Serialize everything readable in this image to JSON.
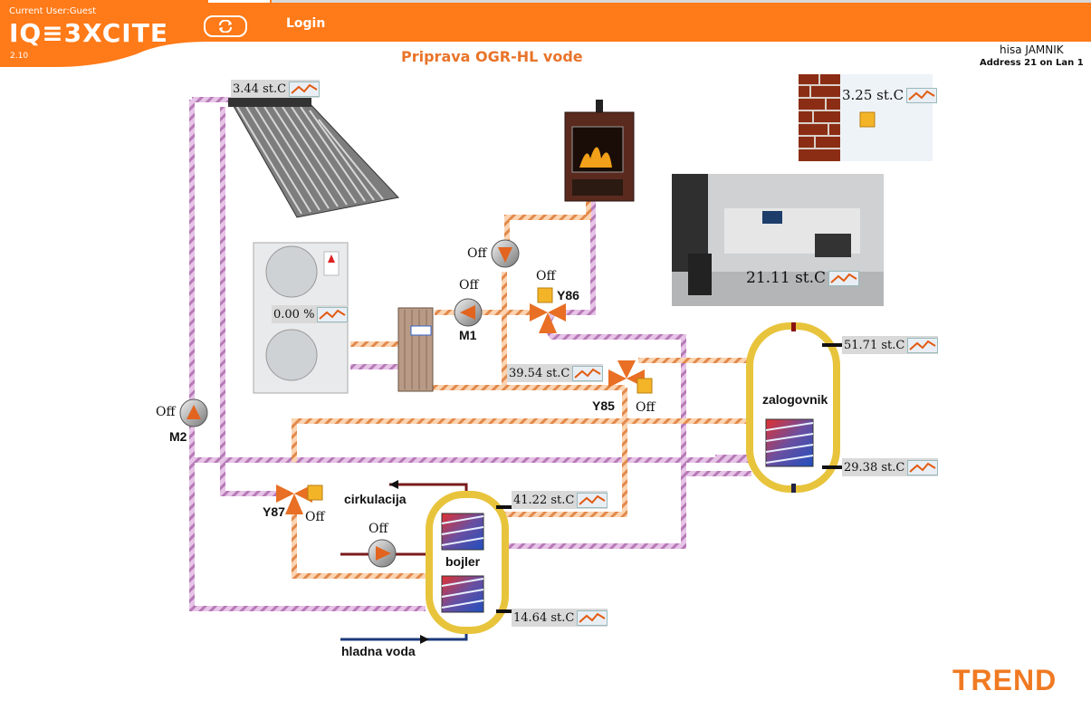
{
  "header": {
    "user": "Current User:Guest",
    "logo": "IQ≡3XCITE",
    "version": "2.10",
    "login": "Login",
    "title": "Priprava OGR-HL vode",
    "site_name": "hisa JAMNIK",
    "address": "Address 21 on Lan 1"
  },
  "readings": {
    "solar_temp": "3.44 st.C",
    "outdoor_temp": "3.25 st.C",
    "room_temp": "21.11 st.C",
    "heatpump_pct": "0.00 %",
    "exchanger_temp": "39.54 st.C",
    "tank_top": "51.71 st.C",
    "tank_bottom": "29.38 st.C",
    "boiler_top": "41.22 st.C",
    "boiler_bottom": "14.64 st.C"
  },
  "pumps": {
    "stove_pump": "Off",
    "m1_state": "Off",
    "m1_name": "M1",
    "m2_state": "Off",
    "m2_name": "M2",
    "circ_pump": "Off"
  },
  "valves": {
    "y86_state": "Off",
    "y86_name": "Y86",
    "y85_state": "Off",
    "y85_name": "Y85",
    "y87_state": "Off",
    "y87_name": "Y87"
  },
  "labels": {
    "tank": "zalogovnik",
    "boiler": "bojler",
    "circulation": "cirkulacija",
    "cold_water": "hladna voda",
    "brand": "TREND"
  },
  "icons": [
    "refresh-icon",
    "trend-graph-icon",
    "pump-icon",
    "valve-icon",
    "solar-collector",
    "heat-pump",
    "stove",
    "heat-exchanger",
    "brick-wall",
    "room-photo"
  ]
}
